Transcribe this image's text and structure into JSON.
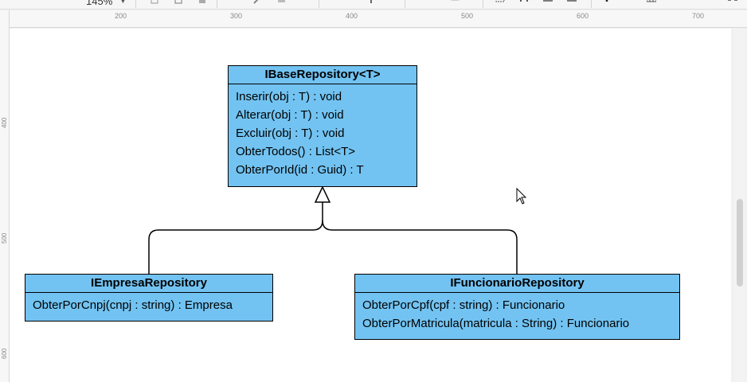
{
  "toolbar": {
    "zoom": "145%"
  },
  "ruler": {
    "horizontal": [
      "200",
      "300",
      "400",
      "500",
      "600",
      "700"
    ],
    "vertical": [
      "400",
      "500",
      "600"
    ]
  },
  "diagram": {
    "base": {
      "name": "IBaseRepository<T>",
      "operations": [
        "Inserir(obj : T) : void",
        "Alterar(obj : T) : void",
        "Excluir(obj : T) : void",
        "ObterTodos() : List<T>",
        "ObterPorId(id : Guid) : T"
      ]
    },
    "empresa": {
      "name": "IEmpresaRepository",
      "operations": [
        "ObterPorCnpj(cnpj : string) : Empresa"
      ]
    },
    "funcionario": {
      "name": "IFuncionarioRepository",
      "operations": [
        "ObterPorCpf(cpf : string) : Funcionario",
        "ObterPorMatricula(matricula : String) : Funcionario"
      ]
    }
  },
  "colors": {
    "class_fill": "#72c3f2",
    "canvas": "#ffffff"
  }
}
